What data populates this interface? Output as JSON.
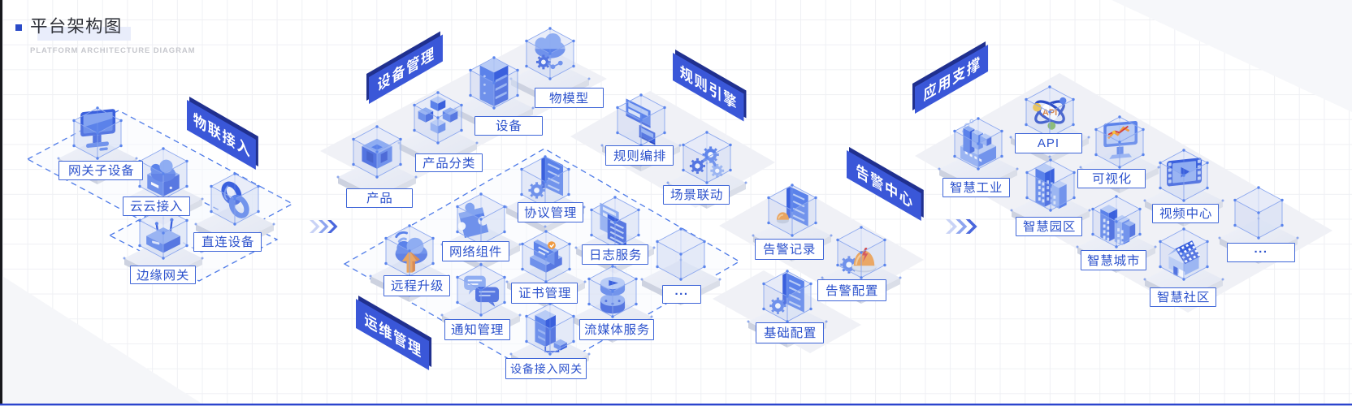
{
  "header": {
    "title": "平台架构图",
    "subtitle": "PLATFORM ARCHITECTURE DIAGRAM"
  },
  "sections": [
    {
      "id": "iot-access",
      "banner": "物联接入",
      "items": [
        {
          "id": "gateway-sub-device",
          "label": "网关子设备",
          "icon": "monitor"
        },
        {
          "id": "cloud-access",
          "label": "云云接入",
          "icon": "cloud-box"
        },
        {
          "id": "direct-device",
          "label": "直连设备",
          "icon": "chain"
        },
        {
          "id": "edge-gateway",
          "label": "边缘网关",
          "icon": "router"
        }
      ]
    },
    {
      "id": "device-mgmt",
      "banner": "设备管理",
      "items": [
        {
          "id": "thing-model",
          "label": "物模型",
          "icon": "cloud-gear"
        },
        {
          "id": "device",
          "label": "设备",
          "icon": "server"
        },
        {
          "id": "product-category",
          "label": "产品分类",
          "icon": "cubes"
        },
        {
          "id": "product",
          "label": "产品",
          "icon": "cube"
        }
      ]
    },
    {
      "id": "rule-engine",
      "banner": "规则引擎",
      "items": [
        {
          "id": "rule-orchestration",
          "label": "规则编排",
          "icon": "screens"
        },
        {
          "id": "scene-linkage",
          "label": "场景联动",
          "icon": "gear-link"
        }
      ]
    },
    {
      "id": "ops-mgmt",
      "banner": "运维管理",
      "items": [
        {
          "id": "protocol-mgmt",
          "label": "协议管理",
          "icon": "doc-gear"
        },
        {
          "id": "network-component",
          "label": "网络组件",
          "icon": "puzzle"
        },
        {
          "id": "log-service",
          "label": "日志服务",
          "icon": "docs"
        },
        {
          "id": "remote-upgrade",
          "label": "远程升级",
          "icon": "cloud-arrow"
        },
        {
          "id": "cert-mgmt",
          "label": "证书管理",
          "icon": "card"
        },
        {
          "id": "ops-more",
          "label": "...",
          "icon": "empty"
        },
        {
          "id": "notify-mgmt",
          "label": "通知管理",
          "icon": "chat"
        },
        {
          "id": "media-service",
          "label": "流媒体服务",
          "icon": "disks"
        },
        {
          "id": "device-access-gateway",
          "label": "设备接入网关",
          "icon": "server-gw"
        }
      ]
    },
    {
      "id": "alert-center",
      "banner": "告警中心",
      "items": [
        {
          "id": "alert-record",
          "label": "告警记录",
          "icon": "doc-alarm"
        },
        {
          "id": "alert-config",
          "label": "告警配置",
          "icon": "gear-alarm"
        },
        {
          "id": "basic-config",
          "label": "基础配置",
          "icon": "doc-gear2"
        }
      ]
    },
    {
      "id": "app-support",
      "banner": "应用支撑",
      "items": [
        {
          "id": "smart-industry",
          "label": "智慧工业",
          "icon": "factory"
        },
        {
          "id": "api",
          "label": "API",
          "icon": "api-orbit"
        },
        {
          "id": "visualization",
          "label": "可视化",
          "icon": "monitor-chart"
        },
        {
          "id": "smart-park",
          "label": "智慧园区",
          "icon": "buildings"
        },
        {
          "id": "video-center",
          "label": "视频中心",
          "icon": "film"
        },
        {
          "id": "smart-city",
          "label": "智慧城市",
          "icon": "buildings2"
        },
        {
          "id": "smart-community",
          "label": "智慧社区",
          "icon": "house"
        },
        {
          "id": "app-more",
          "label": "...",
          "icon": "empty"
        }
      ]
    }
  ],
  "arrows": [
    {
      "id": "flow-arrow-1"
    },
    {
      "id": "flow-arrow-2"
    }
  ],
  "colors": {
    "banner_face": "#3a57d8",
    "banner_edge": "#20308f",
    "label_border": "#3f66d8",
    "label_text": "#2b51cc",
    "accent_blue": "#4a70e2",
    "orange": "#f09a41",
    "bottom_line": "#2c44cd",
    "title_text": "#2f3138",
    "subtitle_text": "#c6c7cd"
  }
}
